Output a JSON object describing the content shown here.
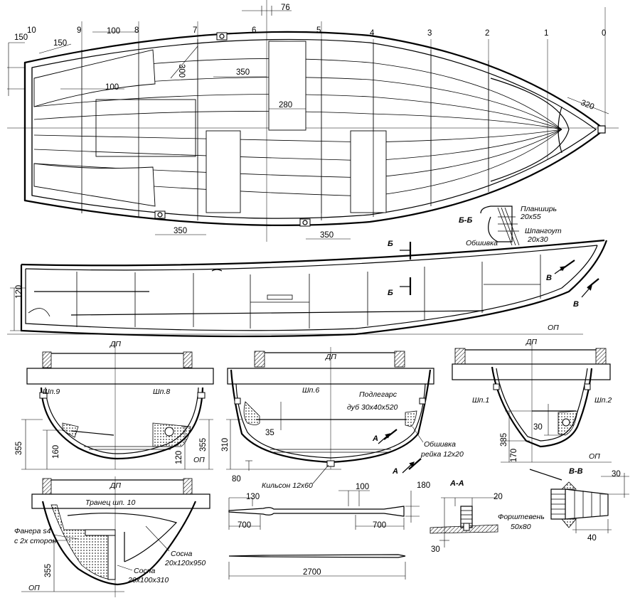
{
  "frames": [
    "10",
    "9",
    "8",
    "7",
    "6",
    "5",
    "4",
    "3",
    "2",
    "1",
    "0"
  ],
  "dimensions": {
    "d76": "76",
    "d150a": "150",
    "d150b": "150",
    "d100a": "100",
    "d100b": "100",
    "d300": "300",
    "d350a": "350",
    "d280": "280",
    "d320": "320",
    "d350b": "350",
    "d350c": "350",
    "d120": "120",
    "d355a": "355",
    "d160": "160",
    "d120b": "120",
    "d355b": "355",
    "d310": "310",
    "d35": "35",
    "d80": "80",
    "d30a": "30",
    "d385": "385",
    "d170": "170",
    "d355c": "355",
    "d130": "130",
    "d100c": "100",
    "d180": "180",
    "d700a": "700",
    "d700b": "700",
    "d2700": "2700",
    "d20": "20",
    "d30b": "30",
    "d30c": "30",
    "d40": "40"
  },
  "labels": {
    "section_bb": "Б-Б",
    "planshir": "Планширь",
    "planshir_size": "20х55",
    "shpangout": "Шпангоут",
    "shpangout_size": "20х30",
    "obshivka": "Обшивка",
    "section_b": "Б",
    "section_v": "В",
    "op": "ОП",
    "dp": "ДП",
    "shp9": "Шп.9",
    "shp8": "Шп.8",
    "shp6": "Шп.6",
    "shp1": "Шп.1",
    "shp2": "Шп.2",
    "podlegars": "Подлегарс",
    "podlegars_size": "дуб 30х40х520",
    "obshivka2": "Обшивка",
    "obshivka2_size": "рейка 12х20",
    "section_a": "А",
    "kilson": "Кильсон 12х60",
    "tranec": "Транец шп. 10",
    "fanera": "Фанера s4",
    "fanera2": "с 2х сторон",
    "sosna1": "Сосна",
    "sosna1_size": "20х120х950",
    "sosna2": "Сосна",
    "sosna2_size": "20х100х310",
    "section_aa": "А-А",
    "section_vv": "В-В",
    "forshteven": "Форштевень",
    "forshteven_size": "50х80"
  },
  "colors": {
    "ink": "#000000",
    "paper": "#ffffff"
  }
}
